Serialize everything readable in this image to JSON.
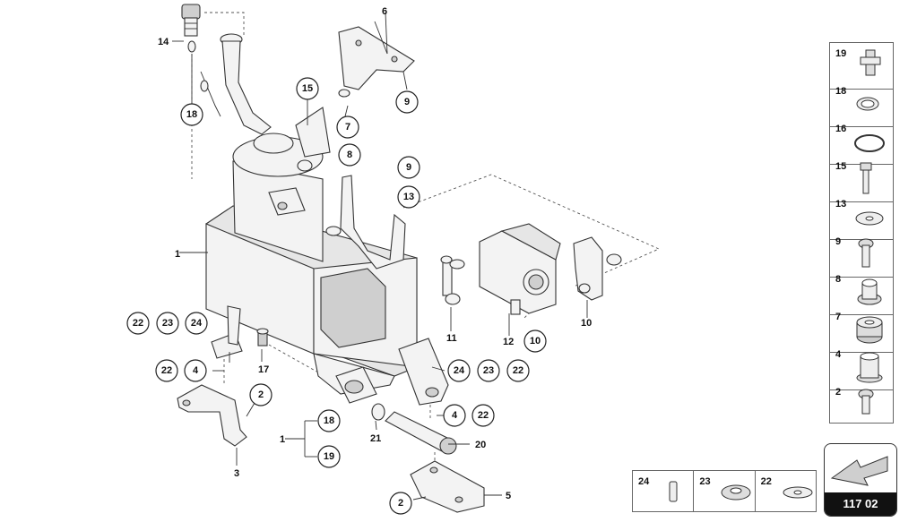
{
  "page_number": "117 02",
  "callouts": {
    "c1": "1",
    "c1b": "1",
    "c2a": "2",
    "c2b": "2",
    "c3": "3",
    "c4a": "4",
    "c4b": "4",
    "c5": "5",
    "c6": "6",
    "c7": "7",
    "c8": "8",
    "c9a": "9",
    "c9b": "9",
    "c10a": "10",
    "c10b": "10",
    "c11": "11",
    "c12": "12",
    "c13": "13",
    "c14": "14",
    "c15": "15",
    "c17": "17",
    "c18a": "18",
    "c18b": "18",
    "c19": "19",
    "c20": "20",
    "c21": "21",
    "c22a": "22",
    "c22b": "22",
    "c22c": "22",
    "c22d": "22",
    "c23a": "23",
    "c23b": "23",
    "c24a": "24",
    "c24b": "24"
  },
  "legend": [
    {
      "num": "19",
      "icon": "plug-screw-icon"
    },
    {
      "num": "18",
      "icon": "seal-ring-icon"
    },
    {
      "num": "16",
      "icon": "o-ring-icon"
    },
    {
      "num": "15",
      "icon": "bolt-icon"
    },
    {
      "num": "13",
      "icon": "washer-icon"
    },
    {
      "num": "9",
      "icon": "screw-icon"
    },
    {
      "num": "8",
      "icon": "bushing-icon"
    },
    {
      "num": "7",
      "icon": "rubber-mount-icon"
    },
    {
      "num": "4",
      "icon": "spacer-icon"
    },
    {
      "num": "2",
      "icon": "screw-short-icon"
    }
  ],
  "bottom_legend": [
    {
      "num": "24",
      "icon": "pin-icon"
    },
    {
      "num": "23",
      "icon": "grommet-icon"
    },
    {
      "num": "22",
      "icon": "flat-washer-icon"
    }
  ]
}
